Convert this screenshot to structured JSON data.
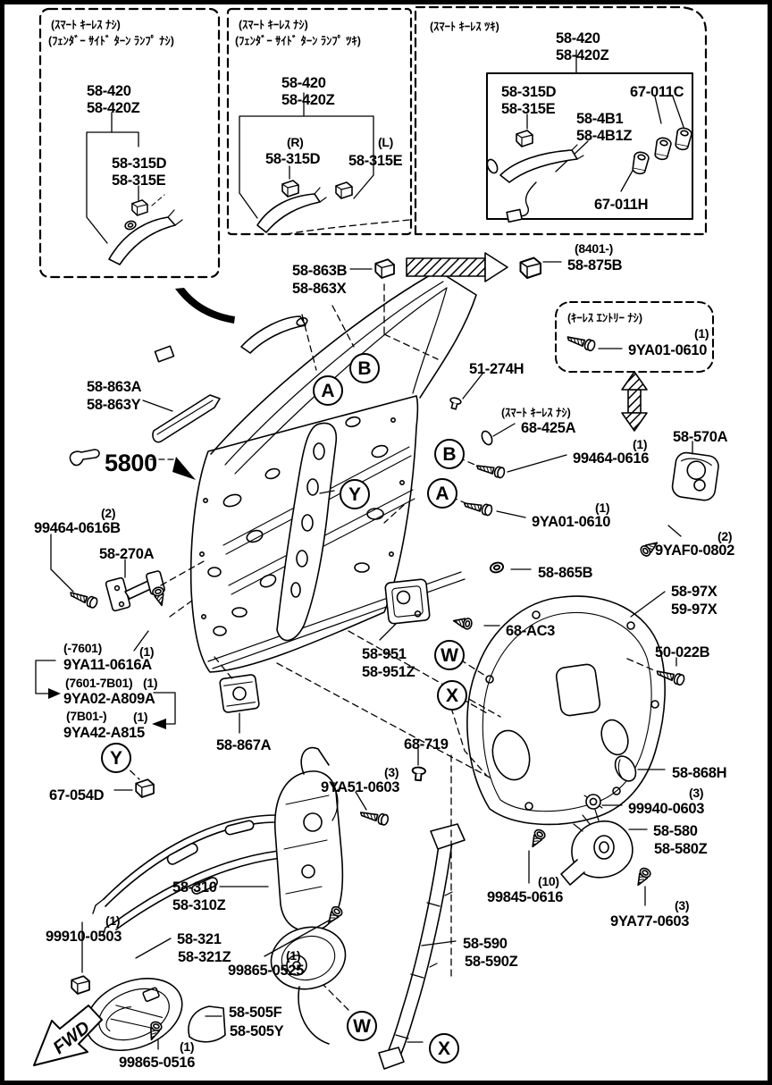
{
  "boxes": {
    "box1": {
      "note1": "(ｽﾏｰﾄ ｷｰﾚｽ ﾅｼ)",
      "note2": "(ﾌｪﾝﾀﾞｰ ｻｲﾄﾞ ﾀｰﾝ ﾗﾝﾌﾟ ﾅｼ)",
      "part1a": "58-420",
      "part1b": "58-420Z",
      "part2a": "58-315D",
      "part2b": "58-315E"
    },
    "box2": {
      "note1": "(ｽﾏｰﾄ ｷｰﾚｽ ﾅｼ)",
      "note2": "(ﾌｪﾝﾀﾞｰ ｻｲﾄﾞ ﾀｰﾝ ﾗﾝﾌﾟ ﾂｷ)",
      "part1a": "58-420",
      "part1b": "58-420Z",
      "right_tag": "(R)",
      "part2": "58-315D",
      "left_tag": "(L)",
      "part3": "58-315E"
    },
    "box3": {
      "note1": "(ｽﾏｰﾄ ｷｰﾚｽ ﾂｷ)",
      "part1a": "58-420",
      "part1b": "58-420Z",
      "part2a": "58-315D",
      "part2b": "58-315E",
      "part3": "67-011C",
      "part4a": "58-4B1",
      "part4b": "58-4B1Z",
      "part5": "67-011H"
    },
    "keyless": {
      "note": "(ｷｰﾚｽ ｴﾝﾄﾘｰ ﾅｼ)",
      "qty": "(1)",
      "part": "9YA01-0610"
    }
  },
  "circles": {
    "a": "A",
    "b": "B",
    "w": "W",
    "x": "X",
    "y": "Y"
  },
  "labels": {
    "p58_863B": "58-863B",
    "p58_863X": "58-863X",
    "date_8401": "(8401-)",
    "p58_875B": "58-875B",
    "p58_863A": "58-863A",
    "p58_863Y": "58-863Y",
    "p5800": "5800",
    "p51_274H": "51-274H",
    "smart_nashi": "(ｽﾏｰﾄ ｷｰﾚｽ ﾅｼ)",
    "p68_425A": "68-425A",
    "qty1_a": "(1)",
    "p99464_0616": "99464-0616",
    "p58_570A": "58-570A",
    "qty1_b": "(1)",
    "p9YA01_0610": "9YA01-0610",
    "qty2_a": "(2)",
    "p9YAF0_0802": "9YAF0-0802",
    "qty2_b": "(2)",
    "p99464_0616B": "99464-0616B",
    "p58_270A": "58-270A",
    "p58_865B": "58-865B",
    "p58_97X": "58-97X",
    "p59_97X": "59-97X",
    "p68_AC3": "68-AC3",
    "p58_951": "58-951",
    "p58_951Z": "58-951Z",
    "p50_022B": "50-022B",
    "hist1_date": "(-7601)",
    "hist1_qty": "(1)",
    "hist1_part": "9YA11-0616A",
    "hist2_date": "(7601-7B01)",
    "hist2_qty": "(1)",
    "hist2_part": "9YA02-A809A",
    "hist3_date": "(7B01-)",
    "hist3_qty": "(1)",
    "hist3_part": "9YA42-A815",
    "p58_867A": "58-867A",
    "p67_054D": "67-054D",
    "p68_719": "68-719",
    "qty3_a": "(3)",
    "p9YA51_0603": "9YA51-0603",
    "p58_868H": "58-868H",
    "qty3_b": "(3)",
    "p99940_0603": "99940-0603",
    "p58_580": "58-580",
    "p58_580Z": "58-580Z",
    "p58_310": "58-310",
    "p58_310Z": "58-310Z",
    "qty1_c": "(1)",
    "p99910_0503": "99910-0503",
    "p58_321": "58-321",
    "p58_321Z": "58-321Z",
    "qty10": "(10)",
    "p99845_0616": "99845-0616",
    "qty3_c": "(3)",
    "p9YA77_0603": "9YA77-0603",
    "qty1_d": "(1)",
    "p99865_0525": "99865-0525",
    "p58_590": "58-590",
    "p58_590Z": "58-590Z",
    "p58_505F": "58-505F",
    "p58_505Y": "58-505Y",
    "qty1_e": "(1)",
    "p99865_0516": "99865-0516",
    "fwd": "FWD"
  }
}
